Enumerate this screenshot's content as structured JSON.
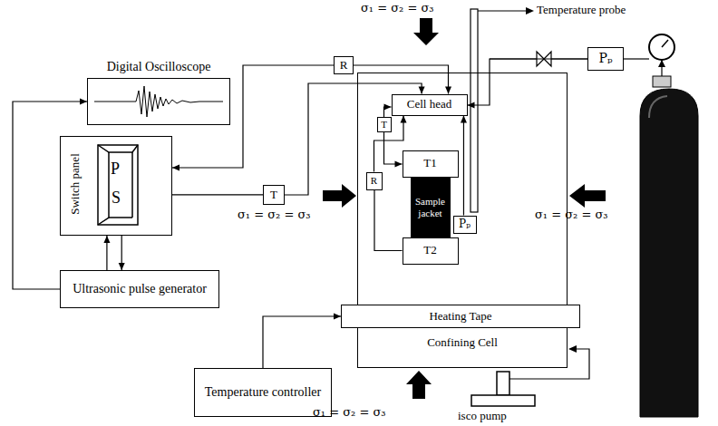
{
  "diagram": {
    "nodes": [
      {
        "text": [
          "Digital Oscilloscope"
        ]
      },
      {
        "text": [
          "R"
        ]
      },
      {
        "text": [
          "Confining Cell"
        ]
      },
      {
        "text": [
          "Cell head"
        ],
        "in": 2
      },
      {
        "text": [
          "T"
        ],
        "in": 2
      },
      {
        "text": [
          "T1"
        ],
        "in": 2
      },
      {
        "text": [
          "R"
        ],
        "in": 2
      },
      {
        "text": [
          "Sample jacket"
        ],
        "in": 2
      },
      {
        "text": [
          "Pₚ"
        ],
        "in": 2
      },
      {
        "text": [
          "T2"
        ],
        "in": 2
      },
      {
        "text": [
          "Switch panel",
          "P",
          "S"
        ]
      },
      {
        "text": [
          "T"
        ]
      },
      {
        "text": [
          "Pₚ"
        ]
      },
      {
        "text": [
          "Ultrasonic pulse generator"
        ]
      },
      {
        "text": [
          "Heating Tape"
        ]
      },
      {
        "text": [
          "Temperature controller"
        ]
      }
    ],
    "edges": [
      {
        "from": 13,
        "to": 0,
        "arrow": "to"
      },
      {
        "from": 10,
        "to": 13,
        "arrow": "to"
      },
      {
        "from": 13,
        "to": 10,
        "arrow": "to"
      },
      {
        "from": 10,
        "to": 11,
        "arrow": "none"
      },
      {
        "from": 11,
        "to": 3,
        "arrow": "to"
      },
      {
        "from": 1,
        "to": 3,
        "arrow": "to"
      },
      {
        "from": 1,
        "to": 10,
        "arrow": "to"
      },
      {
        "from": 4,
        "to": 3,
        "arrow": "to"
      },
      {
        "from": 4,
        "to": 5,
        "arrow": "to"
      },
      {
        "from": 9,
        "to": 6,
        "arrow": "none"
      },
      {
        "from": 6,
        "to": 3,
        "arrow": "to"
      },
      {
        "from": 8,
        "to": 3,
        "arrow": "to"
      },
      {
        "from": 12,
        "to": 3,
        "arrow": "to"
      },
      {
        "from": 15,
        "to": 14,
        "arrow": "to"
      }
    ],
    "labels": [
      "Temperature probe",
      "σ₁ = σ₂ = σ₃",
      "σ₁ = σ₂ = σ₃",
      "σ₁ = σ₂ = σ₃",
      "σ₁ = σ₂ = σ₃",
      "isco pump"
    ]
  }
}
